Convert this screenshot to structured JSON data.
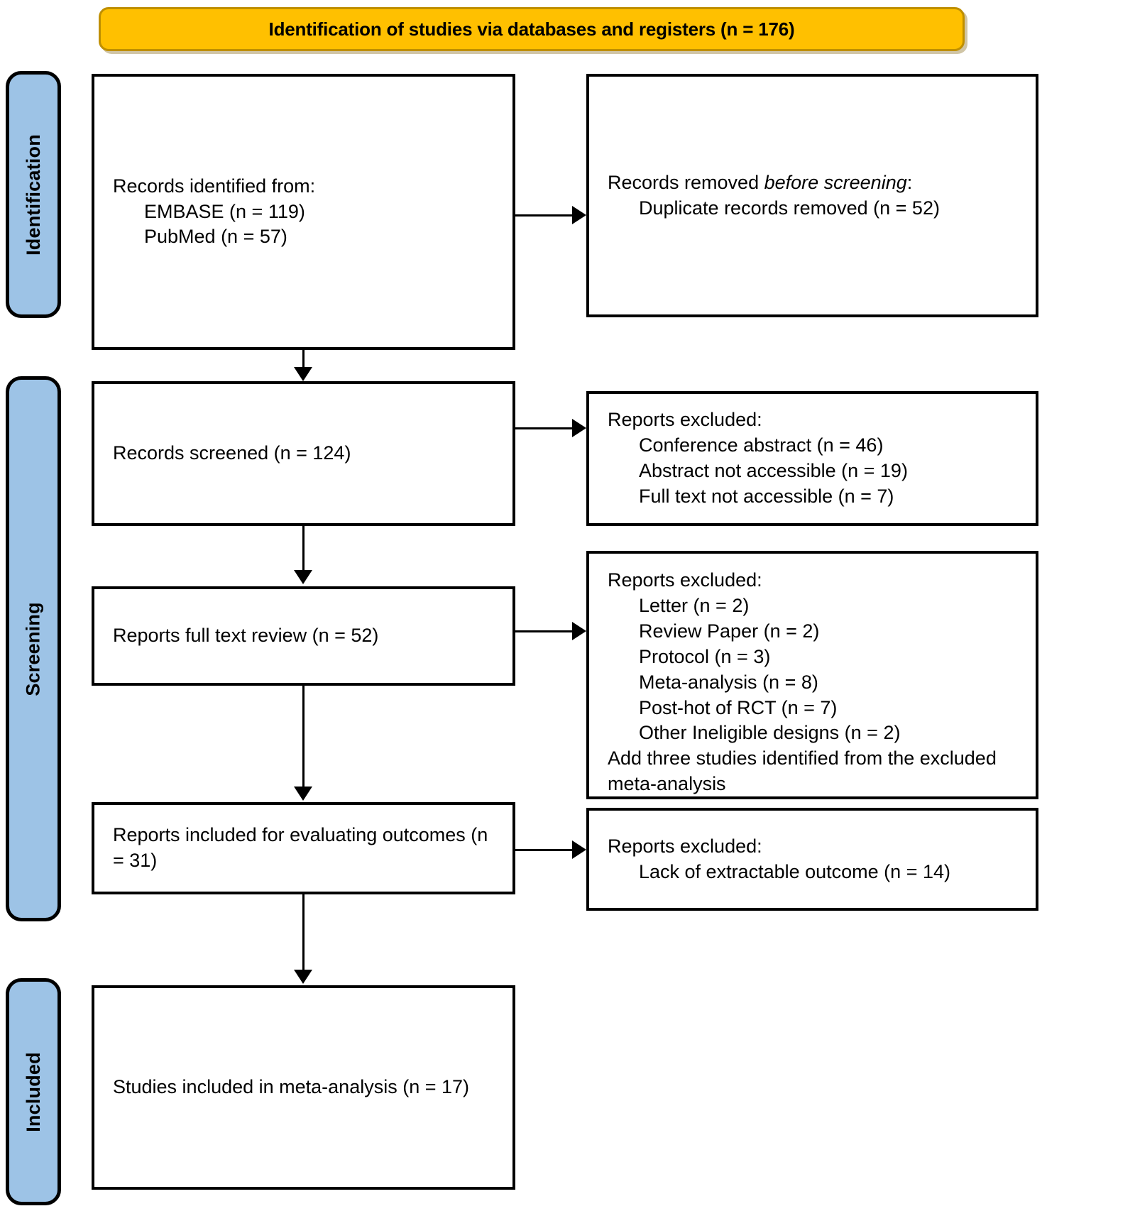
{
  "header": {
    "title": "Identification of studies via databases and registers (n = 176)",
    "bg_color": "#FFC000",
    "border_color": "#BF8F00"
  },
  "stages": [
    {
      "key": "identification",
      "label": "Identification",
      "bg_color": "#9DC3E6"
    },
    {
      "key": "screening",
      "label": "Screening",
      "bg_color": "#9DC3E6"
    },
    {
      "key": "included",
      "label": "Included",
      "bg_color": "#9DC3E6"
    }
  ],
  "boxes": {
    "identified": {
      "heading": "Records identified from:",
      "items": [
        "EMBASE (n = 119)",
        "PubMed (n = 57)"
      ]
    },
    "removed": {
      "heading_pre": "Records removed ",
      "heading_em": "before screening",
      "heading_post": ":",
      "items": [
        "Duplicate records removed  (n = 52)"
      ]
    },
    "screened": {
      "heading": "Records screened (n = 124)",
      "items": []
    },
    "excluded_screening": {
      "heading": "Reports excluded:",
      "items": [
        "Conference abstract (n = 46)",
        "Abstract not accessible (n = 19)",
        "Full text not accessible (n = 7)"
      ]
    },
    "fulltext": {
      "heading": "Reports full text review (n = 52)",
      "items": []
    },
    "excluded_fulltext": {
      "heading": "Reports excluded:",
      "items": [
        "Letter (n = 2)",
        "Review Paper (n = 2)",
        "Protocol (n = 3)",
        "Meta-analysis (n = 8)",
        "Post-hot of RCT (n = 7)",
        "Other Ineligible designs (n = 2)"
      ],
      "footnote": "Add three studies identified from the excluded meta-analysis"
    },
    "included_eval": {
      "heading": "Reports included for evaluating outcomes (n = 31)",
      "items": []
    },
    "excluded_outcome": {
      "heading": "Reports excluded:",
      "items": [
        "Lack of extractable outcome (n = 14)"
      ]
    },
    "studies_final": {
      "heading": "Studies included in meta-analysis (n = 17)",
      "items": []
    }
  },
  "counts": {
    "total_identified": 176,
    "embase": 119,
    "pubmed": 57,
    "duplicates_removed": 52,
    "records_screened": 124,
    "conference_abstract": 46,
    "abstract_not_accessible": 19,
    "full_text_not_accessible": 7,
    "reports_full_text_review": 52,
    "letter": 2,
    "review_paper": 2,
    "protocol": 3,
    "meta_analysis": 8,
    "post_hot_rct": 7,
    "other_ineligible": 2,
    "added_from_excluded_meta": 3,
    "reports_included_eval": 31,
    "lack_extractable_outcome": 14,
    "studies_in_meta_analysis": 17
  }
}
